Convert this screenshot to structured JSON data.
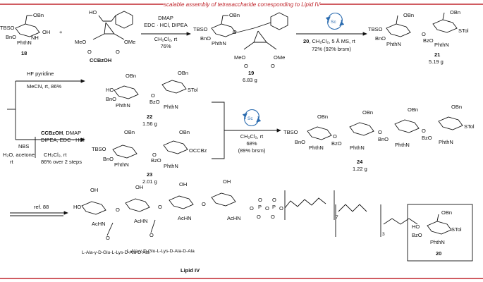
{
  "header": {
    "title": "scalable assembly of tetrasaccharide corresponding to Lipid IV",
    "accent": "#c0262d"
  },
  "catalyst": {
    "symbol": "Sc",
    "color": "#2b6cb0"
  },
  "labels": {
    "tbs": "TBSO",
    "ho": "HO",
    "bno": "BnO",
    "obn": "OBn",
    "phthn": "PhthN",
    "nh": "NH",
    "oh": "OH",
    "bzo": "BzO",
    "stol": "STol",
    "occbz": "OCCBz",
    "ho_oh": "HO",
    "meo": "MeO",
    "ome": "OMe",
    "plus": "+",
    "o": "O",
    "achn": "AcHN",
    "p": "P",
    "ominus": "O",
    "seven": "7",
    "three": "3"
  },
  "compounds": {
    "c18": "18",
    "ccbzoh": "CCBzOH",
    "c19": "19",
    "c19_mass": "6.83 g",
    "c21": "21",
    "c21_mass": "5.19 g",
    "c22": "22",
    "c22_mass": "1.56 g",
    "c23": "23",
    "c23_mass": "2.01 g",
    "c24": "24",
    "c24_mass": "1.22 g",
    "lipid": "Lipid IV",
    "c20": "20"
  },
  "conditions": {
    "r1_top": "DMAP",
    "r1_mid": "EDC · HCl, DIPEA",
    "r1_bot": "CH₂Cl₂, rt",
    "r1_yield": "76%",
    "r2_top_num": "20",
    "r2_top_rest": ", CH₂Cl₂, 5 Å MS, rt",
    "r2_yield": "72% (92% brsm)",
    "r3_top": "HF pyridine",
    "r3_bot": "MeCN, rt, 86%",
    "r4_nbs": "NBS",
    "r4_reag": "CCBzOH",
    "r4_dmap": ", DMAP",
    "r4_mid": "DIPEA, EDC · HCl",
    "r4_left1": "H₂O, acetone",
    "r4_left2": "rt",
    "r4_bot1": "CH₂Cl₂, rt",
    "r4_bot2": "86% over 2 steps",
    "r5_l1": "CH₂Cl₂, rt",
    "r5_l2": "68%",
    "r5_l3": "(89% brsm)",
    "r6": "ref. 88"
  },
  "peptide": {
    "chain1": "L-Ala-γ-D-Glu-L-Lys-D-Ala-D-Ala",
    "chain2": "L-Ala-γ-D-Glu-L-Lys-D-Ala-D-Ala"
  }
}
